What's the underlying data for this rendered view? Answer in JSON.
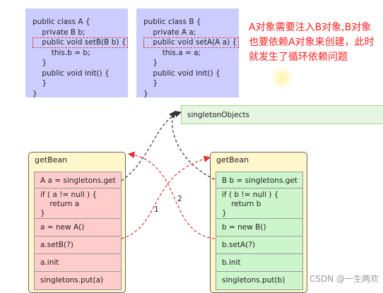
{
  "code_a": {
    "lines": [
      "public class A {",
      "    private B b;",
      "    public void setB(B b) {",
      "        this.b = b;",
      "    }",
      "    public void init() {",
      "    }",
      "}"
    ],
    "highlight": 2
  },
  "code_b": {
    "lines": [
      "public class B {",
      "    private A a;",
      "    public void setA(A a) {",
      "        this.a = a;",
      "    }",
      "    public void init() {",
      "    }",
      "}"
    ],
    "highlight": 2
  },
  "note": "A对象需要注入B对象,B对象也要依赖A对象来创建，此时就发生了循环依赖问题",
  "singleton_objects": "singletonObjects",
  "bean_a": {
    "title": "getBean",
    "cells": [
      "A a = singletons.get",
      "if ( a != null ) {\n    return a\n}",
      "a = new A()",
      "a.setB(?)",
      "a.init",
      "singletons.put(a)"
    ]
  },
  "bean_b": {
    "title": "getBean",
    "cells": [
      "B b = singletons.get",
      "if ( b != null ) {\n    return b\n}",
      "b = new B()",
      "b.setA(?)",
      "b.init",
      "singletons.put(b)"
    ]
  },
  "arrow_labels": [
    "1",
    "2"
  ],
  "watermark": "CSDN @一生两欢",
  "colors": {
    "code_bg": "#ccccff",
    "pink": "#ffcccc",
    "green": "#ccf5cc",
    "bean_bg": "#fff7cc",
    "note": "#ff2020",
    "arrow_red": "#e03030"
  }
}
